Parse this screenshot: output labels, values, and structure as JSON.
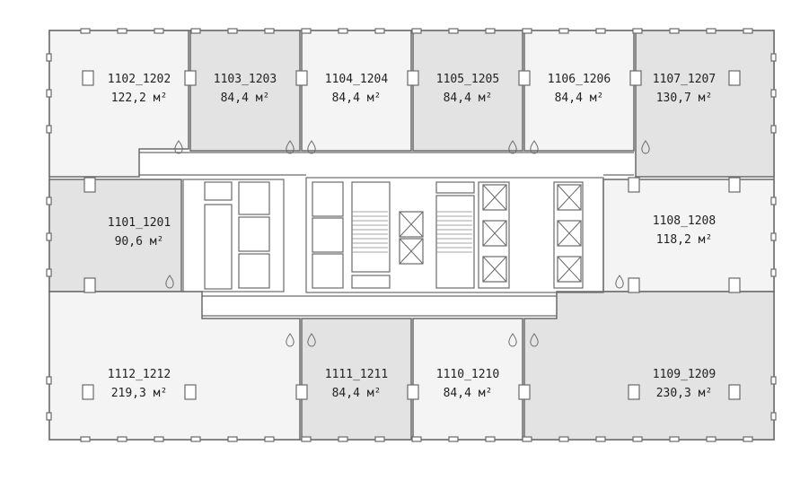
{
  "plan": {
    "unit": "м²",
    "colors": {
      "light": "#f4f4f4",
      "dark": "#e3e3e3",
      "wall": "#6a6a6a"
    },
    "rooms": [
      {
        "id": "1102_1202",
        "area": "122,2",
        "tone": "light"
      },
      {
        "id": "1103_1203",
        "area": "84,4",
        "tone": "dark"
      },
      {
        "id": "1104_1204",
        "area": "84,4",
        "tone": "light"
      },
      {
        "id": "1105_1205",
        "area": "84,4",
        "tone": "dark"
      },
      {
        "id": "1106_1206",
        "area": "84,4",
        "tone": "light"
      },
      {
        "id": "1107_1207",
        "area": "130,7",
        "tone": "dark"
      },
      {
        "id": "1101_1201",
        "area": "90,6",
        "tone": "dark"
      },
      {
        "id": "1108_1208",
        "area": "118,2",
        "tone": "light"
      },
      {
        "id": "1112_1212",
        "area": "219,3",
        "tone": "light"
      },
      {
        "id": "1111_1211",
        "area": "84,4",
        "tone": "dark"
      },
      {
        "id": "1110_1210",
        "area": "84,4",
        "tone": "light"
      },
      {
        "id": "1109_1209",
        "area": "230,3",
        "tone": "dark"
      }
    ]
  }
}
